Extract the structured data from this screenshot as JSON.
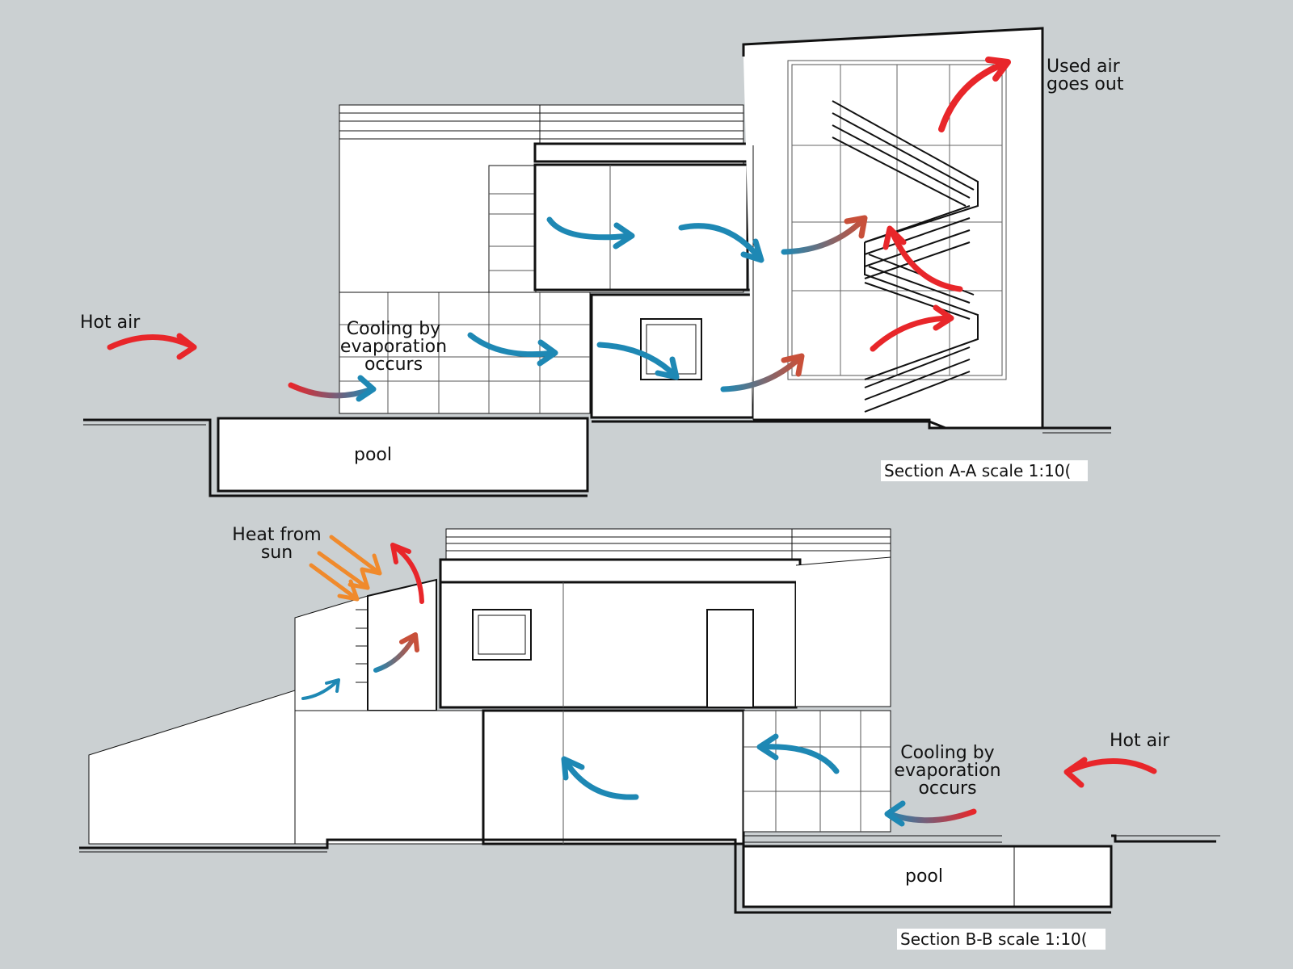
{
  "section_a": {
    "hot_air": "Hot air",
    "cooling": [
      "Cooling by",
      "evaporation",
      "occurs"
    ],
    "used_air": [
      "Used air",
      "goes out"
    ],
    "pool": "pool",
    "caption": "Section A-A scale 1:10("
  },
  "section_b": {
    "heat_sun": [
      "Heat from",
      "sun"
    ],
    "hot_air": "Hot air",
    "cooling": [
      "Cooling by",
      "evaporation",
      "occurs"
    ],
    "pool": "pool",
    "caption": "Section B-B scale 1:10("
  },
  "colors": {
    "background": "#cbd0d2",
    "cool_air": "#1e88b4",
    "hot_air": "#e8262a",
    "sun": "#f08a2c",
    "wall": "#111111",
    "fill": "#ffffff"
  }
}
